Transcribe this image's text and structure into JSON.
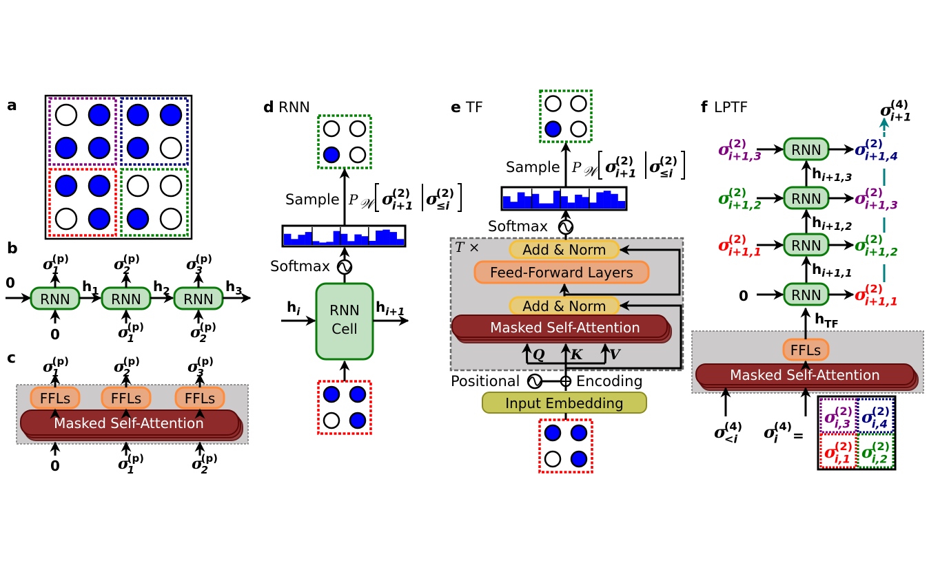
{
  "colors": {
    "spin_up": "#0000ff",
    "purple": "#800080",
    "navy": "#000080",
    "red": "#ff0000",
    "green": "#008000",
    "teal": "#008080",
    "rnn_fill": "#c2e0c2",
    "rnn_border": "#0a7a0a",
    "ffl_fill": "#e8a882",
    "ffl_border": "#ff8c3a",
    "addnorm_fill": "#e6cc7a",
    "embed_fill": "#c8c85a",
    "msa_fill": "#8e2a2a",
    "gray_panel": "#cccacb"
  },
  "panel_a": {
    "label": "a",
    "patches": [
      {
        "name": "top-left",
        "color": "purple",
        "spins": [
          0,
          1,
          1,
          1
        ]
      },
      {
        "name": "top-right",
        "color": "navy",
        "spins": [
          1,
          1,
          1,
          0
        ]
      },
      {
        "name": "bottom-left",
        "color": "red",
        "spins": [
          1,
          1,
          0,
          1
        ]
      },
      {
        "name": "bottom-right",
        "color": "green",
        "spins": [
          0,
          0,
          1,
          0
        ]
      }
    ]
  },
  "panel_b": {
    "label": "b",
    "initial_hidden": "0",
    "cells": [
      {
        "label": "RNN",
        "output": "σ",
        "output_sub": "1",
        "output_sup": "(p)",
        "input": "0",
        "input_sub": "",
        "input_sup": ""
      },
      {
        "label": "RNN",
        "output": "σ",
        "output_sub": "2",
        "output_sup": "(p)",
        "input": "σ",
        "input_sub": "1",
        "input_sup": "(p)"
      },
      {
        "label": "RNN",
        "output": "σ",
        "output_sub": "3",
        "output_sup": "(p)",
        "input": "σ",
        "input_sub": "2",
        "input_sup": "(p)"
      }
    ],
    "hidden": [
      {
        "main": "h",
        "sub": "1"
      },
      {
        "main": "h",
        "sub": "2"
      },
      {
        "main": "h",
        "sub": "3"
      }
    ]
  },
  "panel_c": {
    "label": "c",
    "ffl_label": "FFLs",
    "msa_label": "Masked Self-Attention",
    "outputs": [
      {
        "main": "σ",
        "sub": "1",
        "sup": "(p)"
      },
      {
        "main": "σ",
        "sub": "2",
        "sup": "(p)"
      },
      {
        "main": "σ",
        "sub": "3",
        "sup": "(p)"
      }
    ],
    "inputs": [
      {
        "main": "0",
        "sub": "",
        "sup": ""
      },
      {
        "main": "σ",
        "sub": "1",
        "sup": "(p)"
      },
      {
        "main": "σ",
        "sub": "2",
        "sup": "(p)"
      }
    ]
  },
  "panel_d": {
    "label": "d",
    "title": "RNN",
    "output_patch": {
      "color": "green",
      "spins": [
        0,
        0,
        1,
        0
      ]
    },
    "input_patch": {
      "color": "red",
      "spins": [
        1,
        1,
        0,
        1
      ]
    },
    "sample_label": "Sample",
    "prob_P": "P",
    "prob_W": "𝒲",
    "prob_sigma": "σ",
    "prob_sup": "(2)",
    "prob_sub_left": "i+1",
    "prob_sub_right": "≤i",
    "softmax_label": "Softmax",
    "cell_label_line1": "RNN",
    "cell_label_line2": "Cell",
    "h_in": {
      "main": "h",
      "sub": "i"
    },
    "h_out": {
      "main": "h",
      "sub": "i+1"
    },
    "histogram": [
      0.62,
      0.25,
      0.55,
      0.75,
      0.1,
      0.0,
      0.05,
      0.82,
      0.62,
      0.1,
      0.58,
      0.45,
      0.12,
      0.85,
      0.92,
      0.75,
      0.25
    ]
  },
  "panel_e": {
    "label": "e",
    "title": "TF",
    "output_patch": {
      "color": "green",
      "spins": [
        0,
        0,
        1,
        0
      ]
    },
    "input_patch": {
      "color": "red",
      "spins": [
        1,
        1,
        0,
        1
      ]
    },
    "sample_label": "Sample",
    "prob_P": "P",
    "prob_W": "𝒲",
    "prob_sigma": "σ",
    "prob_sup": "(2)",
    "prob_sub_left": "i+1",
    "prob_sub_right": "≤i",
    "softmax_label": "Softmax",
    "repeat_label": "T ×",
    "add_norm_label": "Add & Norm",
    "ffl_label": "Feed-Forward Layers",
    "msa_label": "Masked Self-Attention",
    "q_label": "Q",
    "k_label": "K",
    "v_label": "V",
    "positional_label": "Positional",
    "encoding_label": "Encoding",
    "embedding_label": "Input Embedding",
    "histogram": [
      0.6,
      0.25,
      0.85,
      0.6,
      0.75,
      0.15,
      0.15,
      0.95,
      0.6,
      0.2,
      0.7,
      0.55,
      0.2,
      0.85,
      0.95,
      0.75,
      0.3
    ]
  },
  "panel_f": {
    "label": "f",
    "title": "LPTF",
    "top_output": {
      "main": "σ",
      "sub": "i+1",
      "sup": "(4)"
    },
    "rnn_label": "RNN",
    "rows": [
      {
        "in_main": "σ",
        "in_sub": "i+1,3",
        "in_sup": "(2)",
        "in_color": "purple",
        "out_main": "σ",
        "out_sub": "i+1,4",
        "out_sup": "(2)",
        "out_color": "navy"
      },
      {
        "in_main": "σ",
        "in_sub": "i+1,2",
        "in_sup": "(2)",
        "in_color": "green",
        "out_main": "σ",
        "out_sub": "i+1,3",
        "out_sup": "(2)",
        "out_color": "purple"
      },
      {
        "in_main": "σ",
        "in_sub": "i+1,1",
        "in_sup": "(2)",
        "in_color": "red",
        "out_main": "σ",
        "out_sub": "i+1,2",
        "out_sup": "(2)",
        "out_color": "green"
      },
      {
        "in_main": "0",
        "in_sub": "",
        "in_sup": "",
        "in_color": "black",
        "out_main": "σ",
        "out_sub": "i+1,1",
        "out_sup": "(2)",
        "out_color": "red"
      }
    ],
    "hidden": [
      {
        "main": "h",
        "sub": "i+1,3"
      },
      {
        "main": "h",
        "sub": "i+1,2"
      },
      {
        "main": "h",
        "sub": "i+1,1"
      }
    ],
    "h_tf": {
      "main": "h",
      "sub": "TF"
    },
    "ffl_label": "FFLs",
    "msa_label": "Masked Self-Attention",
    "prev_input": {
      "main": "σ",
      "sub": "<i",
      "sup": "(4)"
    },
    "cur_input": {
      "main": "σ",
      "sub": "i",
      "sup": "(4)"
    },
    "equals": "=",
    "grid": [
      {
        "main": "σ",
        "sub": "i,3",
        "sup": "(2)",
        "color": "purple"
      },
      {
        "main": "σ",
        "sub": "i,4",
        "sup": "(2)",
        "color": "navy"
      },
      {
        "main": "σ",
        "sub": "i,1",
        "sup": "(2)",
        "color": "red"
      },
      {
        "main": "σ",
        "sub": "i,2",
        "sup": "(2)",
        "color": "green"
      }
    ]
  }
}
